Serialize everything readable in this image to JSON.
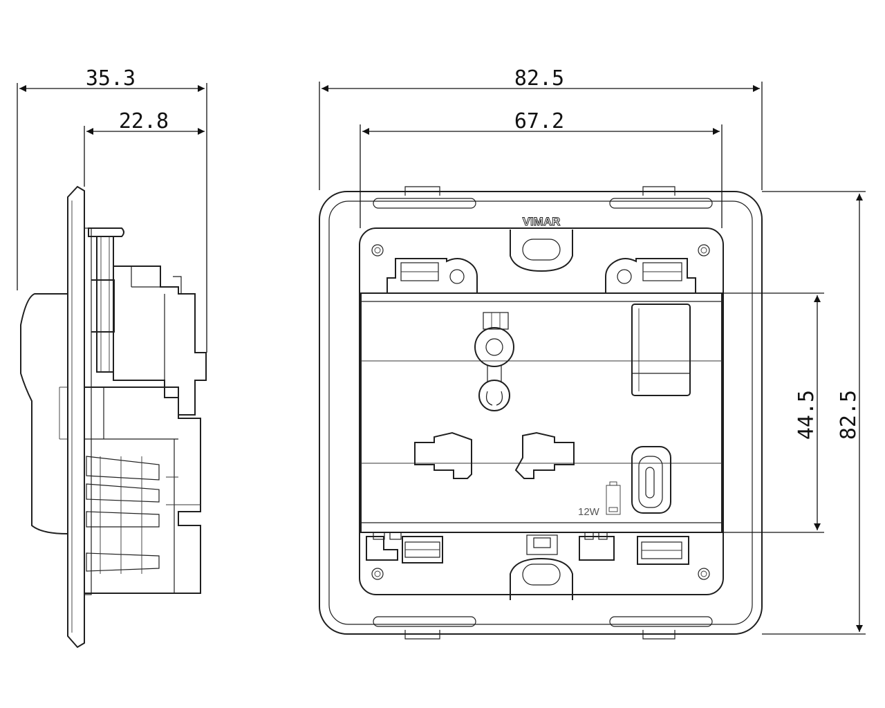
{
  "dimensions": {
    "side_overall_depth": "35.3",
    "side_body_depth": "22.8",
    "front_overall_width": "82.5",
    "front_module_width": "67.2",
    "front_face_height": "44.5",
    "front_overall_height": "82.5"
  },
  "labels": {
    "brand": "VIMAR",
    "usb_power": "12W"
  }
}
